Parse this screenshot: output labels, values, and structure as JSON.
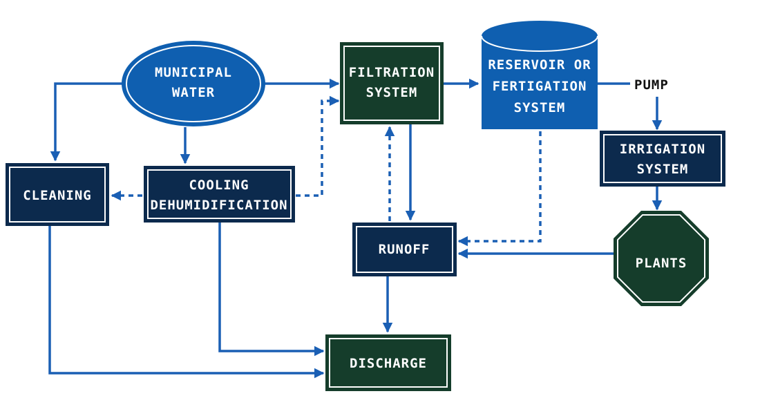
{
  "colors": {
    "navy": "#0c2a4d",
    "dark_green": "#153d2b",
    "blue": "#0f5fb0",
    "arrow": "#1a5fb4",
    "white": "#ffffff",
    "text_dark": "#111111"
  },
  "nodes": {
    "municipal_water": {
      "line1": "MUNICIPAL",
      "line2": "WATER"
    },
    "filtration": {
      "line1": "FILTRATION",
      "line2": "SYSTEM"
    },
    "reservoir": {
      "line1": "RESERVOIR OR",
      "line2": "FERTIGATION",
      "line3": "SYSTEM"
    },
    "pump": {
      "label": "PUMP"
    },
    "irrigation": {
      "line1": "IRRIGATION",
      "line2": "SYSTEM"
    },
    "cleaning": {
      "label": "CLEANING"
    },
    "cooling": {
      "line1": "COOLING",
      "line2": "DEHUMIDIFICATION"
    },
    "runoff": {
      "label": "RUNOFF"
    },
    "plants": {
      "label": "PLANTS"
    },
    "discharge": {
      "label": "DISCHARGE"
    }
  }
}
